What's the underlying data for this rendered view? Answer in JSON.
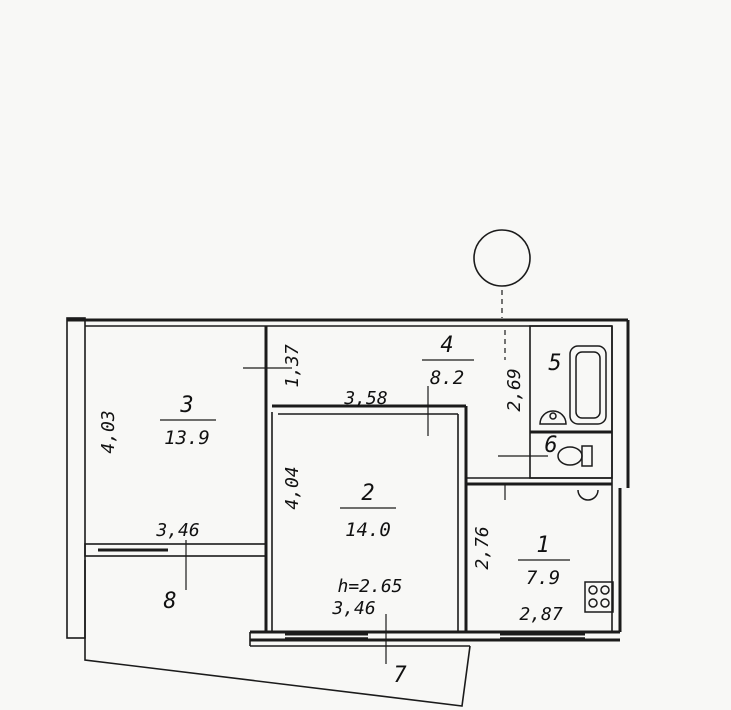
{
  "rooms": [
    {
      "number": "1",
      "area": "7.9"
    },
    {
      "number": "2",
      "area": "14.0"
    },
    {
      "number": "3",
      "area": "13.9"
    },
    {
      "number": "4",
      "area": "8.2"
    },
    {
      "number": "5"
    },
    {
      "number": "6"
    }
  ],
  "balcony_label": "8",
  "entrance_label": "7",
  "ceiling_height": "h=2.65",
  "dimensions": {
    "room3_height": "4,03",
    "room3_width": "3,46",
    "hall_height": "1,37",
    "hall_width": "3,58",
    "corridor_height": "2,69",
    "room2_height": "4,04",
    "room2_width": "3,46",
    "kitchen_height": "2,76",
    "kitchen_width": "2,87"
  }
}
